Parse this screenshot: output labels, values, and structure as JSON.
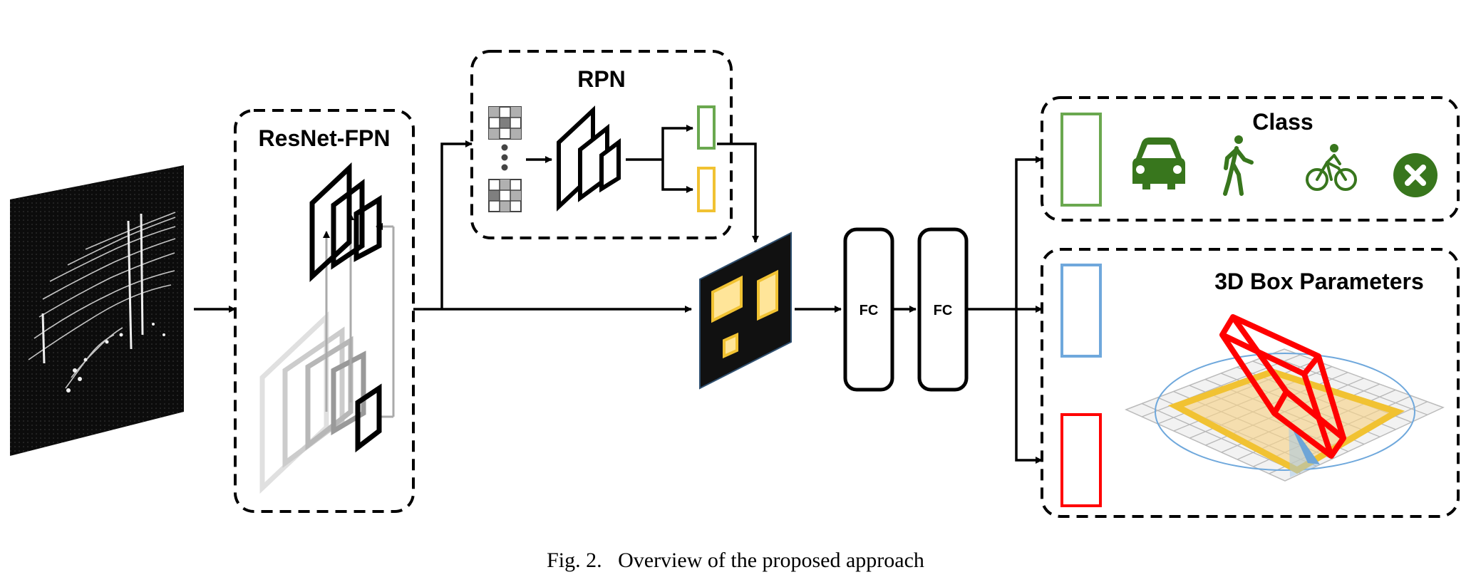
{
  "title_resnet": "ResNet-FPN",
  "title_rpn": "RPN",
  "title_class": "Class",
  "title_box": "3D Box Parameters",
  "fc1_label": "FC",
  "fc2_label": "FC",
  "caption": "Fig. 2.   Overview of the proposed approach",
  "class_icons": [
    "car-icon",
    "pedestrian-icon",
    "cyclist-icon",
    "background-reject-icon"
  ],
  "colors": {
    "green": "#6aa84f",
    "icon_green": "#38761d",
    "yellow": "#f1c232",
    "roi_fill": "#ffe599",
    "blue": "#6fa8dc",
    "red": "#ff0000",
    "dark": "#111111"
  }
}
